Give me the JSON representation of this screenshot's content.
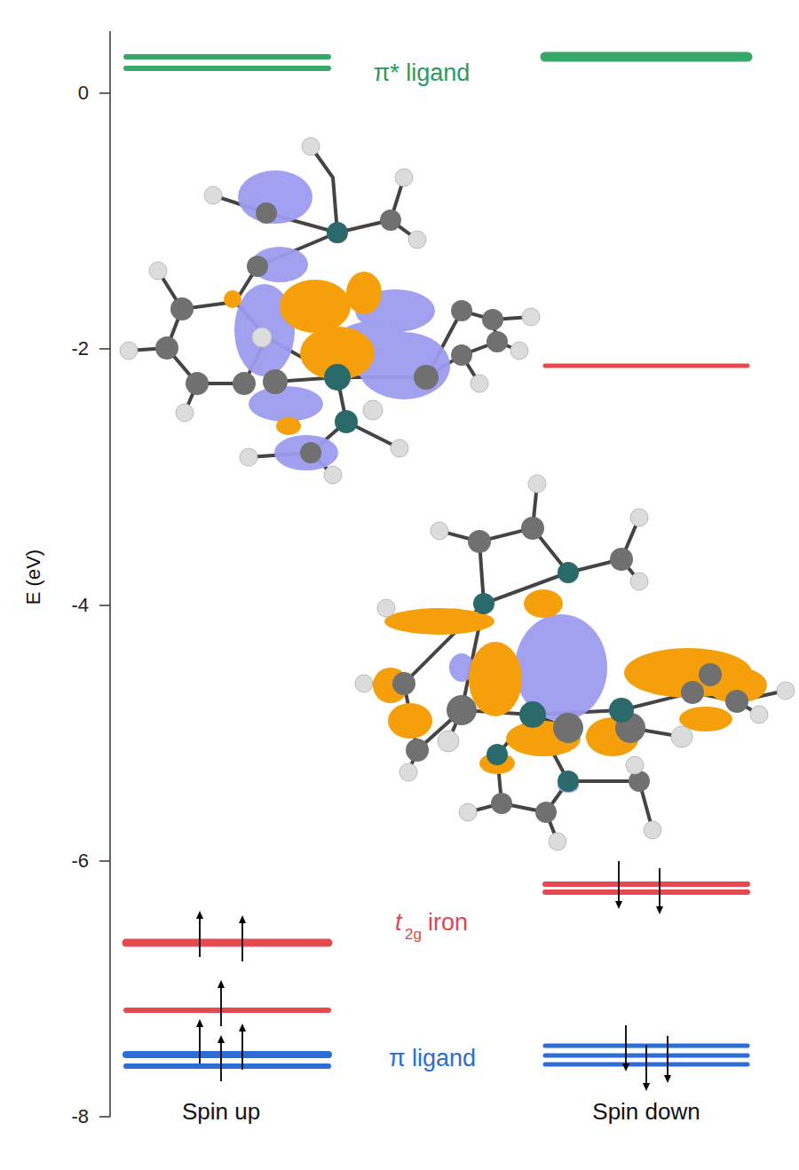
{
  "diagram": {
    "labels": [
      "π* ligand",
      "t",
      "2g",
      "iron",
      "π ligand",
      "Spin up",
      "Spin down",
      "E (eV)",
      "0",
      "-2",
      "-4",
      "-6",
      "-8"
    ]
  }
}
